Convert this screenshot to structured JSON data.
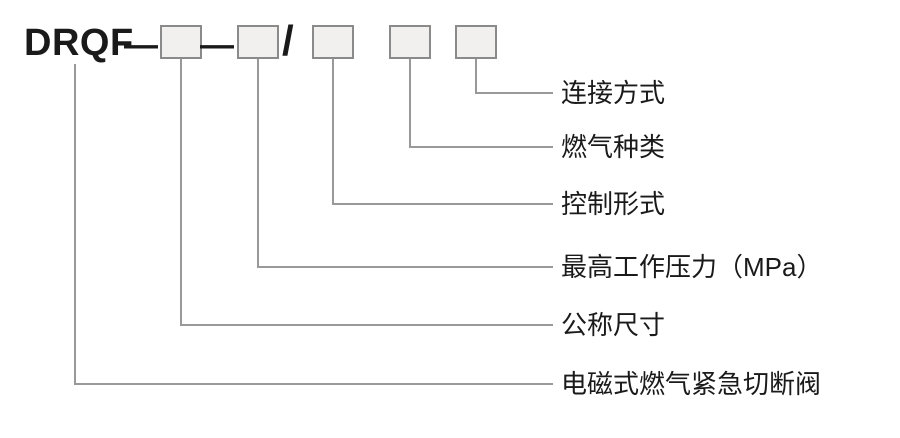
{
  "diagram": {
    "title_semantic": "model-code-nomenclature",
    "code": {
      "prefix": "DRQF",
      "dash1": "—",
      "dash2": "—",
      "slash": "/"
    },
    "labels": [
      {
        "text": "连接方式",
        "connected_to": "field-box-5"
      },
      {
        "text": "燃气种类",
        "connected_to": "field-box-4"
      },
      {
        "text": "控制形式",
        "connected_to": "field-box-3"
      },
      {
        "text": "最高工作压力（MPa）",
        "connected_to": "field-box-2"
      },
      {
        "text": "公称尺寸",
        "connected_to": "field-box-1"
      },
      {
        "text": "电磁式燃气紧急切断阀",
        "connected_to": "code-prefix"
      }
    ],
    "colors": {
      "text": "#1a1a1a",
      "connector_line": "#999999",
      "box_fill": "#f1f0ee",
      "box_border": "#8a8a8a",
      "background": "#ffffff"
    }
  }
}
